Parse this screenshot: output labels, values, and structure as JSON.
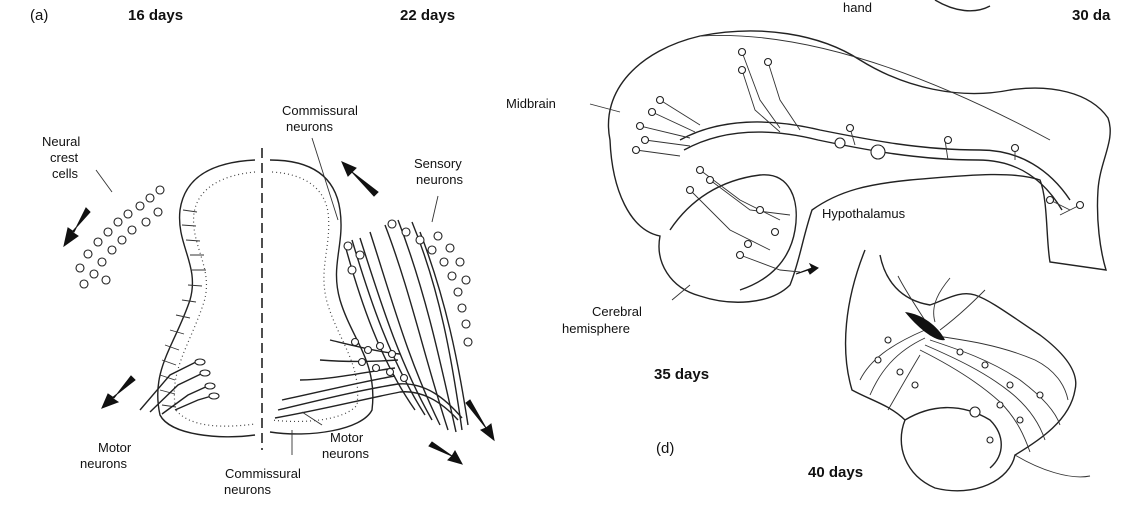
{
  "panels": {
    "left": {
      "panel_label": "(a)",
      "age_left": "16 days",
      "age_right": "22 days",
      "labels": {
        "neural_crest": [
          "Neural",
          "crest",
          "cells"
        ],
        "commissural_top": [
          "Commissural",
          "neurons"
        ],
        "sensory": [
          "Sensory",
          "neurons"
        ],
        "motor_left": [
          "Motor",
          "neurons"
        ],
        "motor_right": [
          "Motor",
          "neurons"
        ],
        "commissural_bottom": [
          "Commissural",
          "neurons"
        ]
      }
    },
    "right": {
      "top_label_fragment": "hand",
      "age_corner": "30 da",
      "age_mid": "35 days",
      "age_bottom": "40 days",
      "panel_label": "(d)",
      "labels": {
        "midbrain": "Midbrain",
        "hypothalamus": "Hypothalamus",
        "cerebral": [
          "Cerebral",
          "hemisphere"
        ]
      }
    }
  }
}
